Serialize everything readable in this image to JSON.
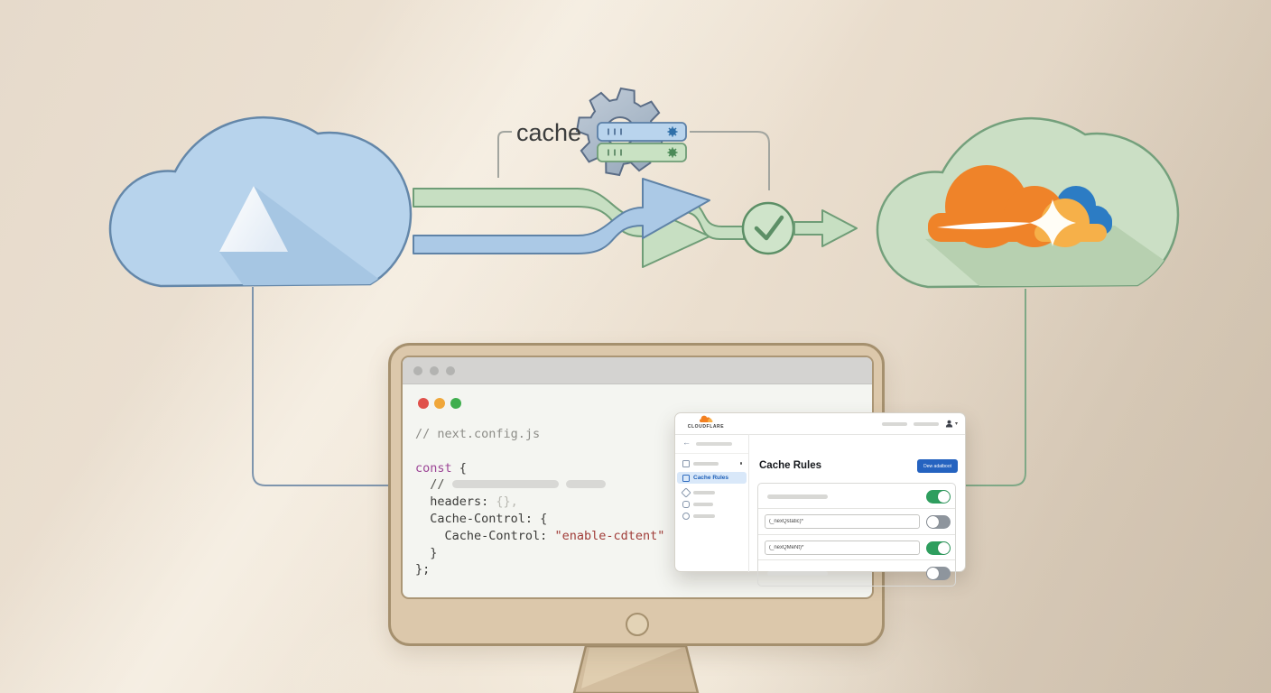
{
  "illustration": {
    "cache_label": "cache",
    "source_cloud": "vercel-triangle",
    "dest_cloud": "cloudflare",
    "colors": {
      "source_cloud_fill": "#b7d3ec",
      "source_cloud_outline": "#6487a9",
      "dest_cloud_fill": "#cbdfc5",
      "dest_cloud_outline": "#74a07c",
      "arrow_green": "#c7dfc2",
      "arrow_blue": "#abc9e6",
      "cloudflare_orange": "#ef8329",
      "cloudflare_amber": "#f6b049",
      "cloudflare_blue": "#2c7cc4"
    }
  },
  "monitor": {
    "code": {
      "comment": "// next.config.js",
      "const_kw": "const",
      "const_rest": " {",
      "inline_comment": "  // ",
      "headers_key": "  headers: ",
      "headers_val": "{},",
      "cache_open": "  Cache-Control: {",
      "inner_key": "    Cache-Control: ",
      "inner_val": "\"enable-cdtent\"",
      "close_inner": "  }",
      "close_outer": "};"
    }
  },
  "dashboard": {
    "brand": "CLOUDFLARE",
    "title": "Cache Rules",
    "primary_button": "Dew adatboot",
    "back_arrow": "←",
    "user_caret": "▾",
    "sidebar_selected": "Cache Rules",
    "rules": [
      {
        "kind": "placeholder",
        "toggle": "on"
      },
      {
        "kind": "input",
        "value": "(_nexQstatic)*",
        "toggle": "off"
      },
      {
        "kind": "input",
        "value": "(_nexQMeNt)*",
        "toggle": "on"
      },
      {
        "kind": "placeholder",
        "toggle": "off"
      }
    ]
  }
}
